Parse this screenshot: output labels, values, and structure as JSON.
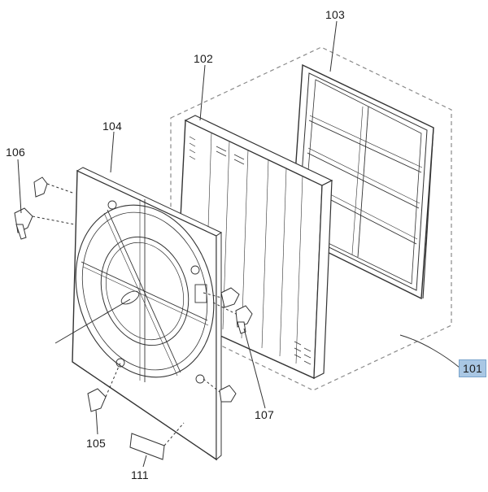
{
  "diagram": {
    "callouts": [
      {
        "id": "101",
        "label": "101",
        "highlighted": true,
        "highlight_color": "#a9c7e4"
      },
      {
        "id": "102",
        "label": "102"
      },
      {
        "id": "103",
        "label": "103"
      },
      {
        "id": "104",
        "label": "104"
      },
      {
        "id": "105",
        "label": "105"
      },
      {
        "id": "106",
        "label": "106"
      },
      {
        "id": "107",
        "label": "107"
      },
      {
        "id": "111",
        "label": "111"
      }
    ],
    "line_color": "#333333",
    "dash_color": "#8a8a8a"
  }
}
